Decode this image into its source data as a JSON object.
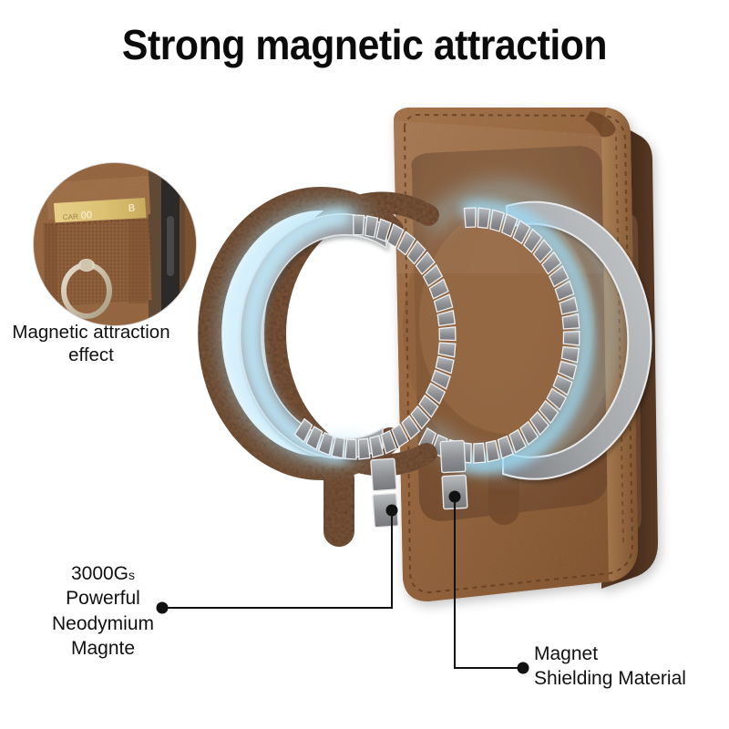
{
  "page": {
    "title": "Strong magnetic attraction",
    "background_color": "#ffffff"
  },
  "inset": {
    "name": "magnetic-attraction-photo",
    "caption_line1": "Magnetic attraction",
    "caption_line2": "effect",
    "photo_description": "brown leather wallet with gold card and metal finger ring",
    "card_text_fragments": [
      "CAR",
      "00",
      "B"
    ],
    "border_color": "#d2d2d2"
  },
  "callouts": {
    "left": {
      "line1_value": "3000G",
      "line1_unit": "s",
      "line2": "Powerful",
      "line3": "Neodymium",
      "line4": "Magnte"
    },
    "right": {
      "line1": "Magnet",
      "line2": "Shielding Material"
    },
    "leader_color": "#111111"
  },
  "product": {
    "name": "magsafe-leather-wallet",
    "body_color": "#9d6c44",
    "body_shadow_color": "#7a5233",
    "spine_color": "#4e3322",
    "stitch_color": "#5d3a20",
    "recess_color": "#7e5636"
  },
  "components": {
    "leather_ring_color": "#7a5438",
    "magnet_segment_color": "#8b8c8e",
    "shield_ring_color": "#9a9b9d",
    "glow_color": "#9fdcf7",
    "magnet_segment_count": 28
  },
  "colors": {
    "title": "#0b0b0b",
    "text": "#111111",
    "accent_glow": "#9fdcf7",
    "metal": "#8b8c8e",
    "leather": "#9d6c44"
  }
}
